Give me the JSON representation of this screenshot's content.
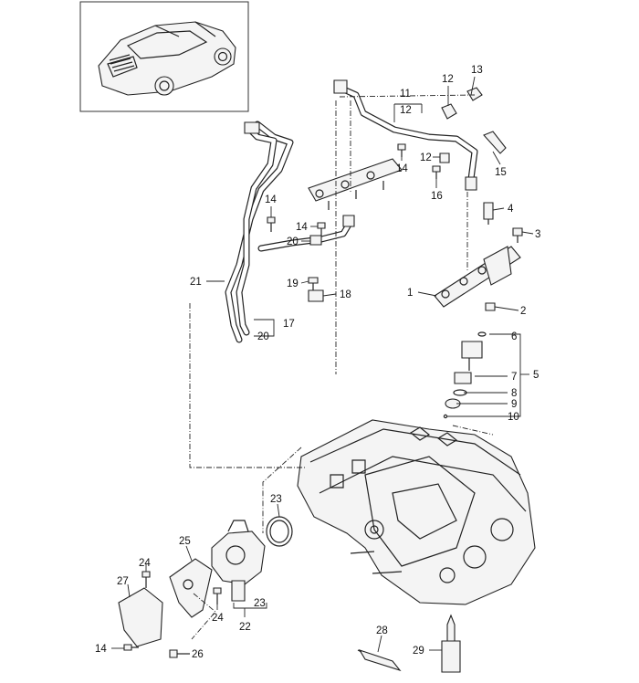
{
  "diagram": {
    "callouts": [
      {
        "id": "c13",
        "text": "13"
      },
      {
        "id": "c12a",
        "text": "12"
      },
      {
        "id": "c11",
        "text": "11"
      },
      {
        "id": "c12b",
        "text": "12"
      },
      {
        "id": "c14a",
        "text": "14"
      },
      {
        "id": "c12c",
        "text": "12"
      },
      {
        "id": "c15",
        "text": "15"
      },
      {
        "id": "c16",
        "text": "16"
      },
      {
        "id": "c14b",
        "text": "14"
      },
      {
        "id": "c14c",
        "text": "14"
      },
      {
        "id": "c20a",
        "text": "20"
      },
      {
        "id": "c4",
        "text": "4"
      },
      {
        "id": "c3",
        "text": "3"
      },
      {
        "id": "c21",
        "text": "21"
      },
      {
        "id": "c19",
        "text": "19"
      },
      {
        "id": "c18",
        "text": "18"
      },
      {
        "id": "c1",
        "text": "1"
      },
      {
        "id": "c2",
        "text": "2"
      },
      {
        "id": "c17",
        "text": "17"
      },
      {
        "id": "c20b",
        "text": "20"
      },
      {
        "id": "c6",
        "text": "6"
      },
      {
        "id": "c7",
        "text": "7"
      },
      {
        "id": "c5",
        "text": "5"
      },
      {
        "id": "c8",
        "text": "8"
      },
      {
        "id": "c9",
        "text": "9"
      },
      {
        "id": "c10",
        "text": "10"
      },
      {
        "id": "c23a",
        "text": "23"
      },
      {
        "id": "c25",
        "text": "25"
      },
      {
        "id": "c24a",
        "text": "24"
      },
      {
        "id": "c27",
        "text": "27"
      },
      {
        "id": "c23b",
        "text": "23"
      },
      {
        "id": "c24b",
        "text": "24"
      },
      {
        "id": "c22",
        "text": "22"
      },
      {
        "id": "c28",
        "text": "28"
      },
      {
        "id": "c14d",
        "text": "14"
      },
      {
        "id": "c26",
        "text": "26"
      },
      {
        "id": "c29",
        "text": "29"
      }
    ]
  }
}
